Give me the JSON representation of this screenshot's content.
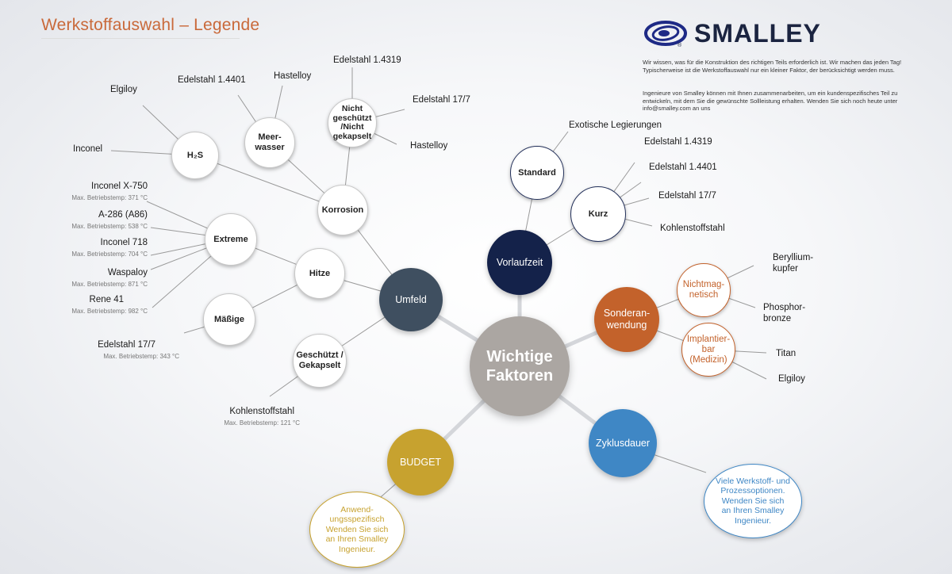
{
  "title": "Werkstoffauswahl – Legende",
  "logo": {
    "text": "SMALLEY",
    "mark": "®"
  },
  "intro": [
    "Wir wissen, was für die Konstruktion des richtigen Teils erforderlich ist. Wir machen das jeden Tag! Typischerweise ist die Werkstoffauswahl nur ein kleiner Faktor, der berücksichtigt werden muss.",
    "Ingenieure von Smalley können mit Ihnen zusammenarbeiten, um ein kundenspezifisches Teil zu entwickeln, mit dem Sie die gewünschte Sollleistung erhalten. Wenden Sie sich noch heute unter info@smalley.com an uns"
  ],
  "center": {
    "label": "Wichtige\nFaktoren",
    "color": "#aba6a2"
  },
  "umfeld": {
    "label": "Umfeld",
    "color": "#3f4f60"
  },
  "vorlaufzeit": {
    "label": "Vorlaufzeit",
    "color": "#14224a"
  },
  "sonder": {
    "label": "Sonderan-\nwendung",
    "color": "#c3622b"
  },
  "zyklus": {
    "label": "Zyklusdauer",
    "color": "#3f87c5"
  },
  "budget": {
    "label": "BUDGET",
    "color": "#c7a22f"
  },
  "korrosion": {
    "label": "Korrosion"
  },
  "hitze": {
    "label": "Hitze"
  },
  "geschuetzt": {
    "label": "Geschützt /\nGekapselt"
  },
  "h2s": {
    "label": "H₂S"
  },
  "meerwasser": {
    "label": "Meer-\nwasser"
  },
  "nicht_geschuetzt": {
    "label": "Nicht\ngeschützt\n/Nicht\ngekapselt"
  },
  "extreme": {
    "label": "Extreme"
  },
  "maessige": {
    "label": "Mäßige"
  },
  "standard": {
    "label": "Standard"
  },
  "kurz": {
    "label": "Kurz"
  },
  "nichtmag": {
    "label": "Nichtmag-\nnetisch"
  },
  "implantier": {
    "label": "Implantier-\nbar\n(Medizin)"
  },
  "zyklus_note": {
    "label": "Viele Werkstoff- und\nProzessoptionen.\nWenden Sie sich\nan Ihren Smalley\nIngenieur.",
    "color": "#3f87c5"
  },
  "budget_note": {
    "label": "Anwend-\nungsspezifisch\nWenden Sie sich\nan Ihren Smalley\nIngenieur.",
    "color": "#c7a22f"
  },
  "labels": {
    "elgiloy_top": "Elgiloy",
    "inconel": "Inconel",
    "edelstahl_14401_top": "Edelstahl 1.4401",
    "hastelloy_top": "Hastelloy",
    "edelstahl_14319_top": "Edelstahl 1.4319",
    "edelstahl_177_top": "Edelstahl 17/7",
    "hastelloy_mid": "Hastelloy",
    "inconel_x750": "Inconel X-750",
    "inconel_x750_sub": "Max. Betriebstemp: 371 °C",
    "a286": "A-286 (A86)",
    "a286_sub": "Max. Betriebstemp: 538 °C",
    "inconel718": "Inconel 718",
    "inconel718_sub": "Max. Betriebstemp: 704 °C",
    "waspaloy": "Waspaloy",
    "waspaloy_sub": "Max. Betriebstemp: 871 °C",
    "rene41": "Rene 41",
    "rene41_sub": "Max. Betriebstemp: 982 °C",
    "edelstahl_177_mid": "Edelstahl 17/7",
    "edelstahl_177_mid_sub": "Max. Betriebstemp: 343 °C",
    "kohlenstoff_left": "Kohlenstoffstahl",
    "kohlenstoff_left_sub": "Max. Betriebstemp: 121 °C",
    "exotische": "Exotische Legierungen",
    "edelstahl_14319_r": "Edelstahl 1.4319",
    "edelstahl_14401_r": "Edelstahl 1.4401",
    "edelstahl_177_r": "Edelstahl 17/7",
    "kohlenstoff_r": "Kohlenstoffstahl",
    "beryllium": "Beryllium-\nkupfer",
    "phosphor": "Phosphor-\nbronze",
    "titan": "Titan",
    "elgiloy_r": "Elgiloy"
  }
}
